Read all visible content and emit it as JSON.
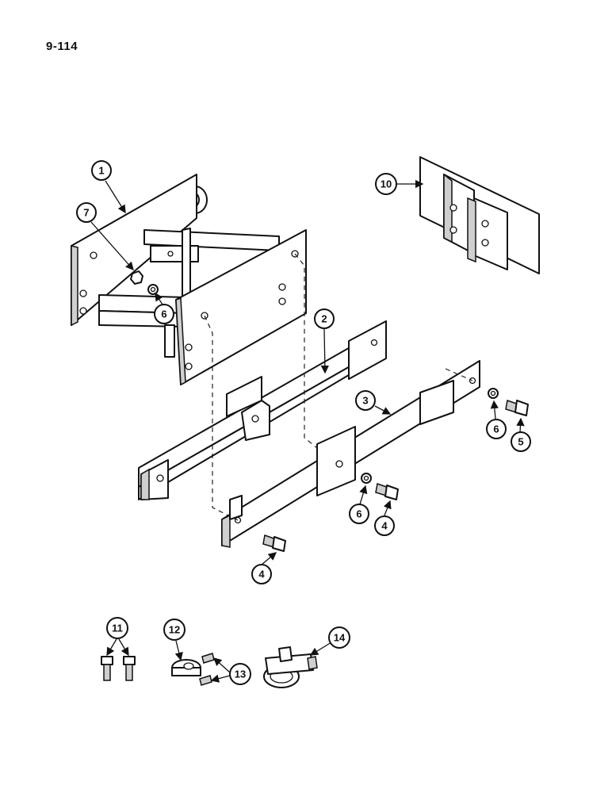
{
  "page_number": "9-114",
  "callouts": {
    "c1": "1",
    "c2": "2",
    "c3": "3",
    "c4a": "4",
    "c4b": "4",
    "c5": "5",
    "c6a": "6",
    "c6b": "6",
    "c6c": "6",
    "c7": "7",
    "c10": "10",
    "c11": "11",
    "c12": "12",
    "c13": "13",
    "c14": "14"
  }
}
